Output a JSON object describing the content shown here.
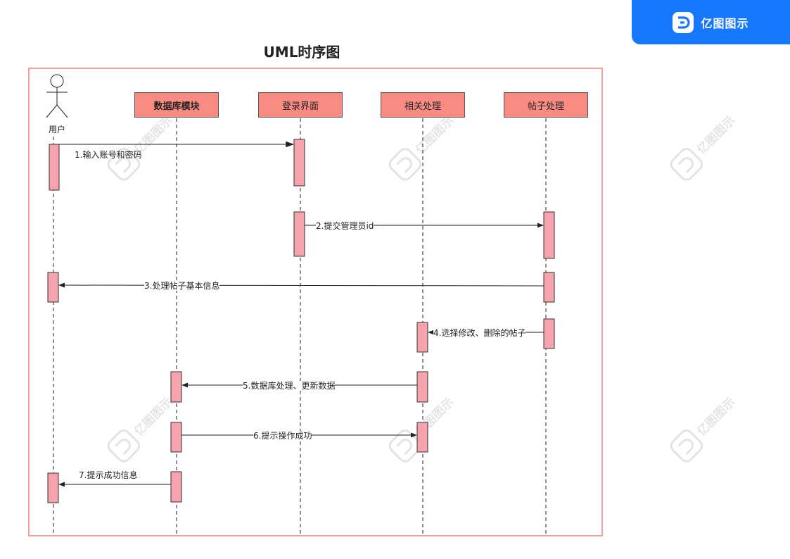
{
  "brand": {
    "name": "亿图图示",
    "icon": "edraw-logo-icon",
    "color": "#1677ff"
  },
  "watermark_text": "亿图图示",
  "diagram": {
    "title": "UML时序图",
    "actor": {
      "label": "用户"
    },
    "participants": [
      {
        "label": "数据库模块",
        "bold": true
      },
      {
        "label": "登录界面"
      },
      {
        "label": "相关处理"
      },
      {
        "label": "帖子处理"
      }
    ],
    "messages": [
      {
        "label": "1.输入账号和密码"
      },
      {
        "label": "2.提交管理员id"
      },
      {
        "label": "3.处理帖子基本信息"
      },
      {
        "label": "4.选择修改、删除的帖子"
      },
      {
        "label": "5.数据库处理、更新数据"
      },
      {
        "label": "6.提示操作成功"
      },
      {
        "label": "7.提示成功信息"
      }
    ]
  },
  "colors": {
    "participant_fill": "#fa8b83",
    "activation_fill": "#f7a3ad",
    "frame_border": "#f4a29a"
  }
}
